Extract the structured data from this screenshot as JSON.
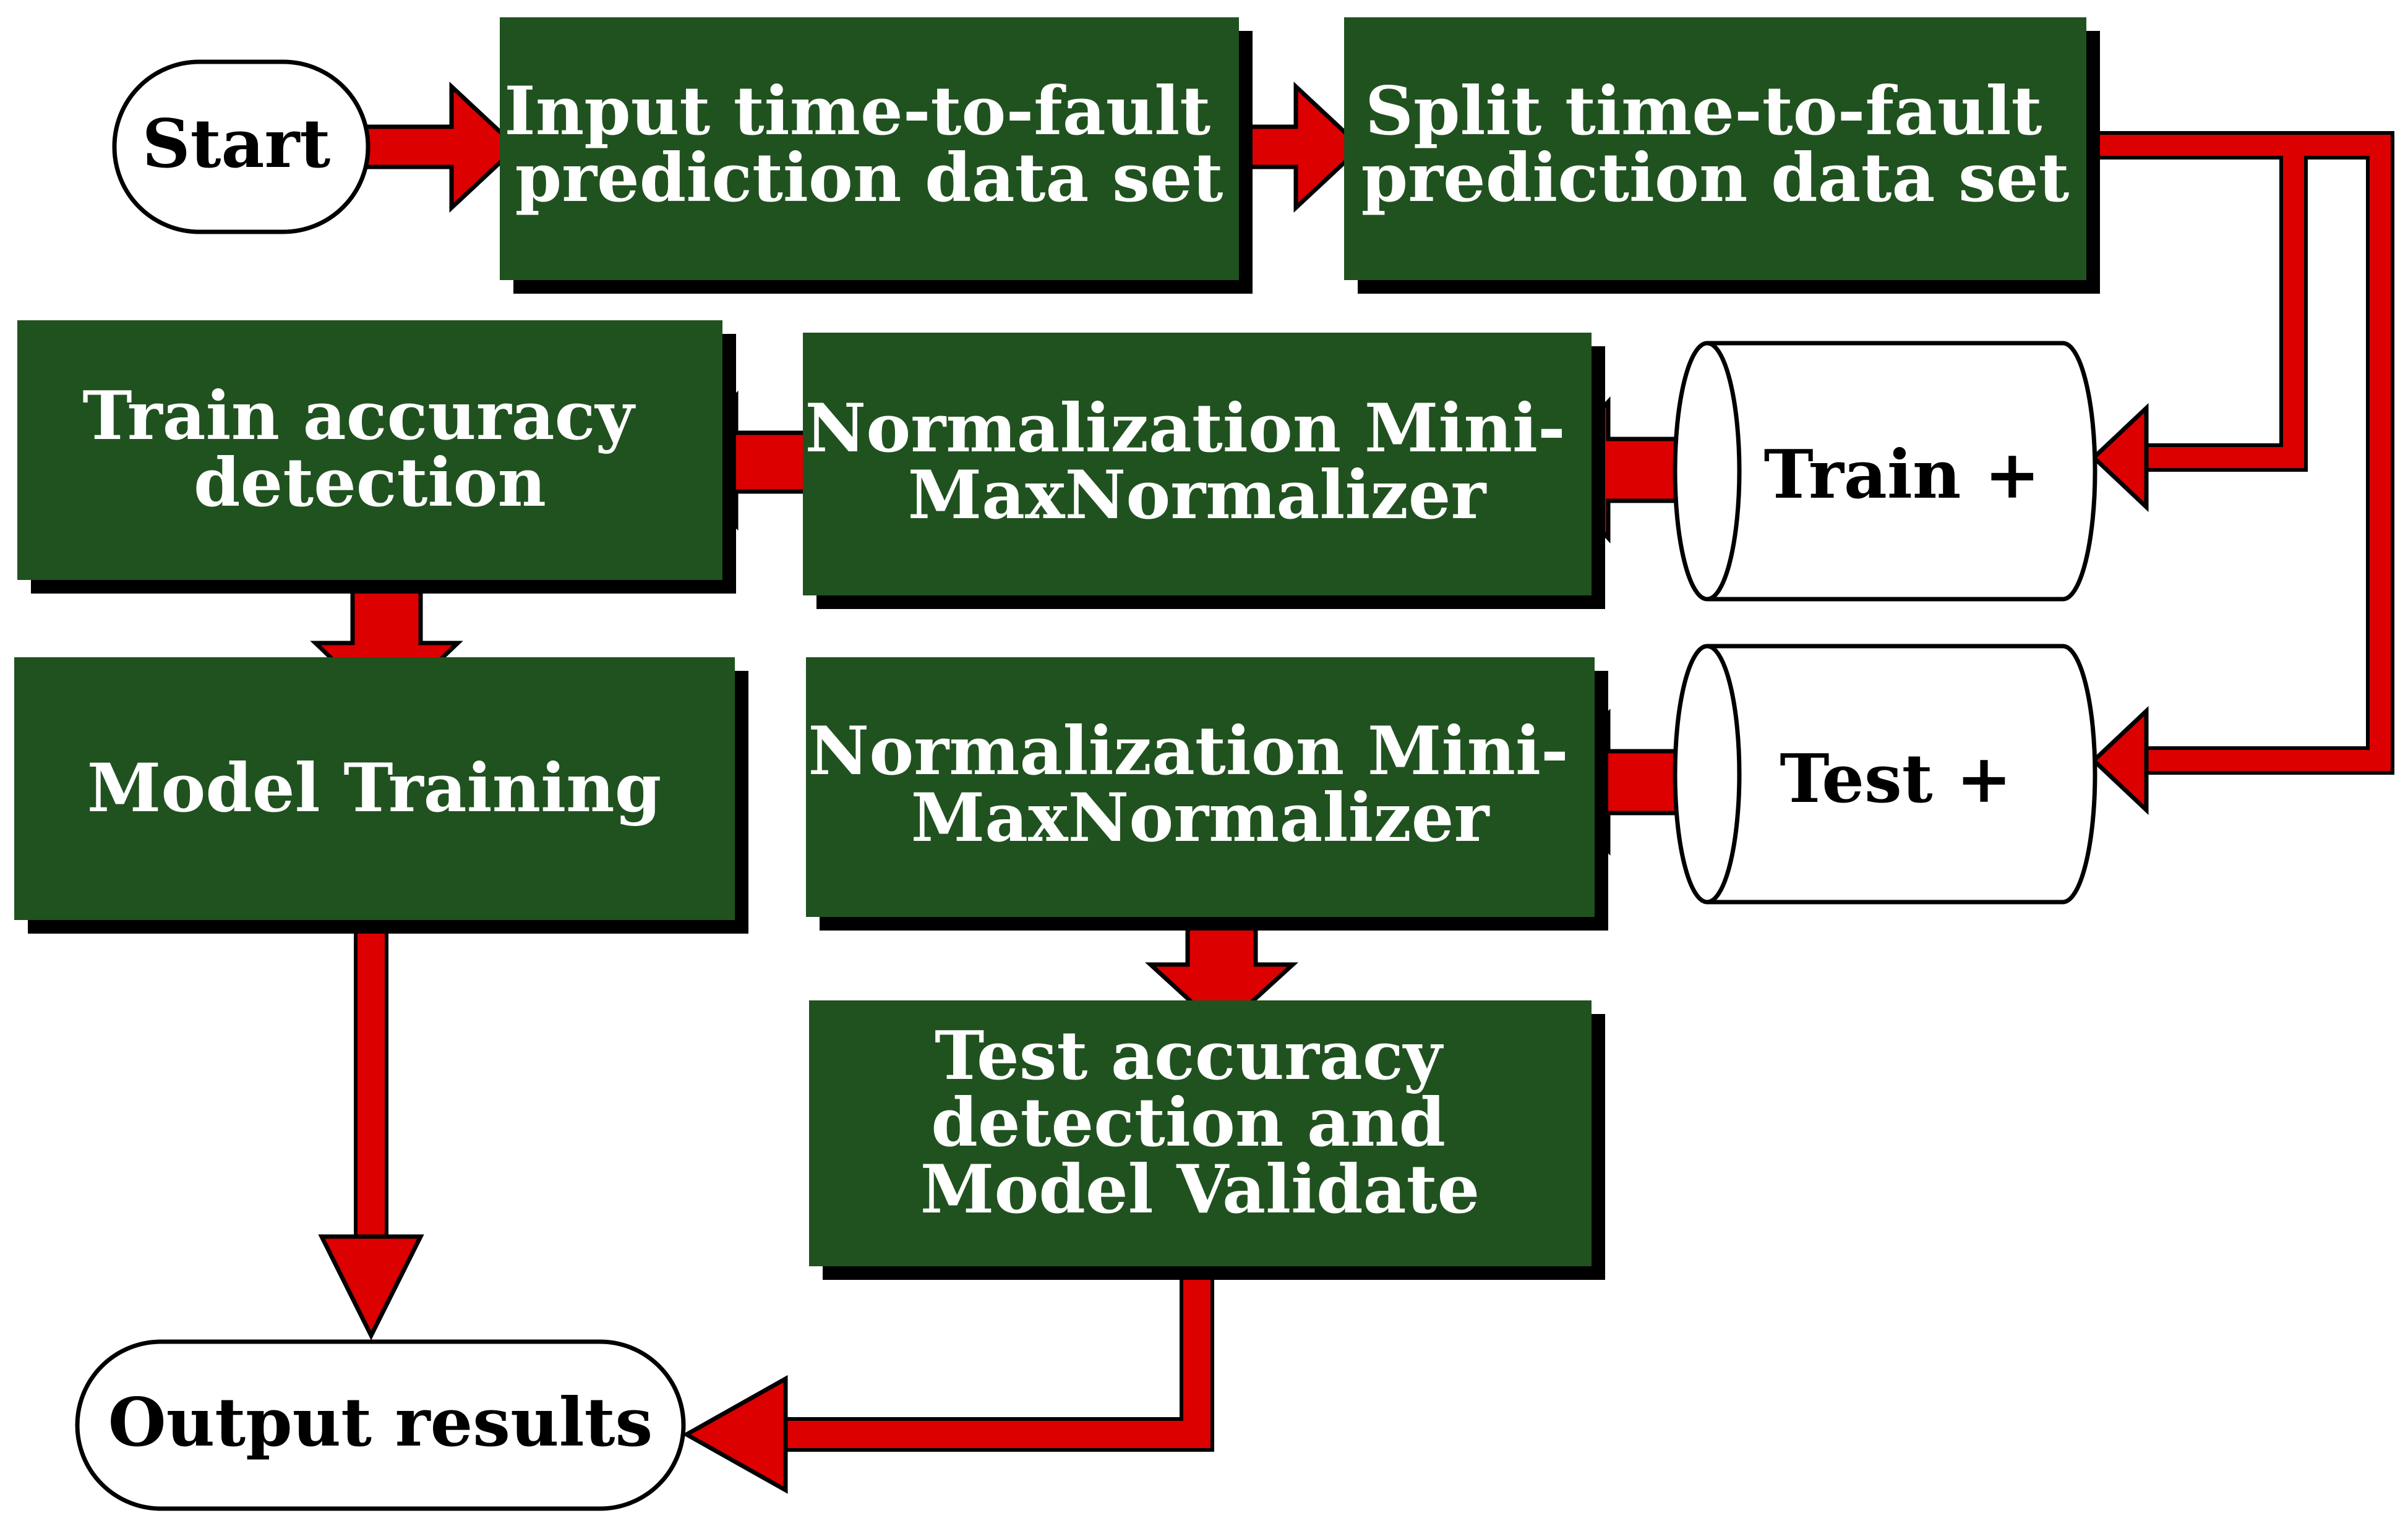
{
  "colors": {
    "box_fill": "#20521f",
    "shadow": "#000000",
    "arrow_fill": "#dd0000",
    "arrow_stroke": "#000000",
    "terminal_fill": "#ffffff"
  },
  "nodes": {
    "start": {
      "label": "Start",
      "shape": "terminal"
    },
    "input": {
      "lines": [
        "Input time-to-fault",
        "prediction data set"
      ],
      "shape": "process"
    },
    "split": {
      "lines": [
        "Split time-to-fault",
        "prediction data set"
      ],
      "shape": "process"
    },
    "train_data": {
      "label": "Train +",
      "shape": "database"
    },
    "test_data": {
      "label": "Test +",
      "shape": "database"
    },
    "norm_train": {
      "lines": [
        "Normalization Mini-",
        "MaxNormalizer"
      ],
      "shape": "process"
    },
    "norm_test": {
      "lines": [
        "Normalization Mini-",
        "MaxNormalizer"
      ],
      "shape": "process"
    },
    "train_accuracy": {
      "lines": [
        "Train accuracy",
        "detection"
      ],
      "shape": "process"
    },
    "model_training": {
      "lines": [
        "Model Training"
      ],
      "shape": "process"
    },
    "test_accuracy": {
      "lines": [
        "Test accuracy",
        "detection and",
        "Model Validate"
      ],
      "shape": "process"
    },
    "output": {
      "label": "Output results",
      "shape": "terminal"
    }
  },
  "edges": [
    {
      "from": "start",
      "to": "input"
    },
    {
      "from": "input",
      "to": "split"
    },
    {
      "from": "split",
      "to": "train_data"
    },
    {
      "from": "split",
      "to": "test_data"
    },
    {
      "from": "train_data",
      "to": "norm_train"
    },
    {
      "from": "test_data",
      "to": "norm_test"
    },
    {
      "from": "norm_train",
      "to": "train_accuracy"
    },
    {
      "from": "train_accuracy",
      "to": "model_training"
    },
    {
      "from": "model_training",
      "to": "output"
    },
    {
      "from": "norm_test",
      "to": "test_accuracy"
    },
    {
      "from": "test_accuracy",
      "to": "output"
    }
  ]
}
